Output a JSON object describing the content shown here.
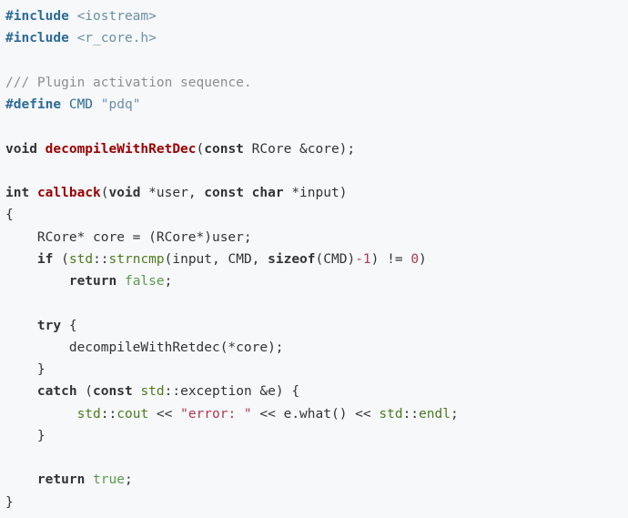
{
  "code": {
    "lines": [
      [
        {
          "t": "#include",
          "c": "preproc"
        },
        {
          "t": " ",
          "c": "plain"
        },
        {
          "t": "<iostream>",
          "c": "header"
        }
      ],
      [
        {
          "t": "#include",
          "c": "preproc"
        },
        {
          "t": " ",
          "c": "plain"
        },
        {
          "t": "<r_core.h>",
          "c": "header"
        }
      ],
      [],
      [
        {
          "t": "/// Plugin activation sequence.",
          "c": "comment"
        }
      ],
      [
        {
          "t": "#define",
          "c": "preproc"
        },
        {
          "t": " ",
          "c": "plain"
        },
        {
          "t": "CMD",
          "c": "define"
        },
        {
          "t": " ",
          "c": "plain"
        },
        {
          "t": "\"pdq\"",
          "c": "header"
        }
      ],
      [],
      [
        {
          "t": "void",
          "c": "keyword"
        },
        {
          "t": " ",
          "c": "plain"
        },
        {
          "t": "decompileWithRetDec",
          "c": "func"
        },
        {
          "t": "(",
          "c": "plain"
        },
        {
          "t": "const",
          "c": "keyword"
        },
        {
          "t": " RCore &core);",
          "c": "plain"
        }
      ],
      [],
      [
        {
          "t": "int",
          "c": "keyword"
        },
        {
          "t": " ",
          "c": "plain"
        },
        {
          "t": "callback",
          "c": "func"
        },
        {
          "t": "(",
          "c": "plain"
        },
        {
          "t": "void",
          "c": "keyword"
        },
        {
          "t": " *user, ",
          "c": "plain"
        },
        {
          "t": "const",
          "c": "keyword"
        },
        {
          "t": " ",
          "c": "plain"
        },
        {
          "t": "char",
          "c": "keyword"
        },
        {
          "t": " *input)",
          "c": "plain"
        }
      ],
      [
        {
          "t": "{",
          "c": "plain"
        }
      ],
      [
        {
          "t": "    RCore* core = (RCore*)user;",
          "c": "plain"
        }
      ],
      [
        {
          "t": "    ",
          "c": "plain"
        },
        {
          "t": "if",
          "c": "keyword"
        },
        {
          "t": " (",
          "c": "plain"
        },
        {
          "t": "std",
          "c": "ns"
        },
        {
          "t": "::",
          "c": "plain"
        },
        {
          "t": "strncmp",
          "c": "builtin"
        },
        {
          "t": "(input, CMD, ",
          "c": "plain"
        },
        {
          "t": "sizeof",
          "c": "keyword"
        },
        {
          "t": "(CMD)",
          "c": "plain"
        },
        {
          "t": "-1",
          "c": "string"
        },
        {
          "t": ") != ",
          "c": "plain"
        },
        {
          "t": "0",
          "c": "string"
        },
        {
          "t": ")",
          "c": "plain"
        }
      ],
      [
        {
          "t": "        ",
          "c": "plain"
        },
        {
          "t": "return",
          "c": "keyword"
        },
        {
          "t": " ",
          "c": "plain"
        },
        {
          "t": "false",
          "c": "literal"
        },
        {
          "t": ";",
          "c": "plain"
        }
      ],
      [],
      [
        {
          "t": "    ",
          "c": "plain"
        },
        {
          "t": "try",
          "c": "keyword"
        },
        {
          "t": " {",
          "c": "plain"
        }
      ],
      [
        {
          "t": "        decompileWithRetdec(*core);",
          "c": "plain"
        }
      ],
      [
        {
          "t": "    }",
          "c": "plain"
        }
      ],
      [
        {
          "t": "    ",
          "c": "plain"
        },
        {
          "t": "catch",
          "c": "keyword"
        },
        {
          "t": " (",
          "c": "plain"
        },
        {
          "t": "const",
          "c": "keyword"
        },
        {
          "t": " ",
          "c": "plain"
        },
        {
          "t": "std",
          "c": "ns"
        },
        {
          "t": "::exception &e) {",
          "c": "plain"
        }
      ],
      [
        {
          "t": "         ",
          "c": "plain"
        },
        {
          "t": "std",
          "c": "ns"
        },
        {
          "t": "::",
          "c": "plain"
        },
        {
          "t": "cout",
          "c": "builtin"
        },
        {
          "t": " << ",
          "c": "plain"
        },
        {
          "t": "\"error: \"",
          "c": "string"
        },
        {
          "t": " << e.what() << ",
          "c": "plain"
        },
        {
          "t": "std",
          "c": "ns"
        },
        {
          "t": "::",
          "c": "plain"
        },
        {
          "t": "endl",
          "c": "builtin"
        },
        {
          "t": ";",
          "c": "plain"
        }
      ],
      [
        {
          "t": "    }",
          "c": "plain"
        }
      ],
      [],
      [
        {
          "t": "    ",
          "c": "plain"
        },
        {
          "t": "return",
          "c": "keyword"
        },
        {
          "t": " ",
          "c": "plain"
        },
        {
          "t": "true",
          "c": "literal"
        },
        {
          "t": ";",
          "c": "plain"
        }
      ],
      [
        {
          "t": "}",
          "c": "plain"
        }
      ]
    ]
  }
}
